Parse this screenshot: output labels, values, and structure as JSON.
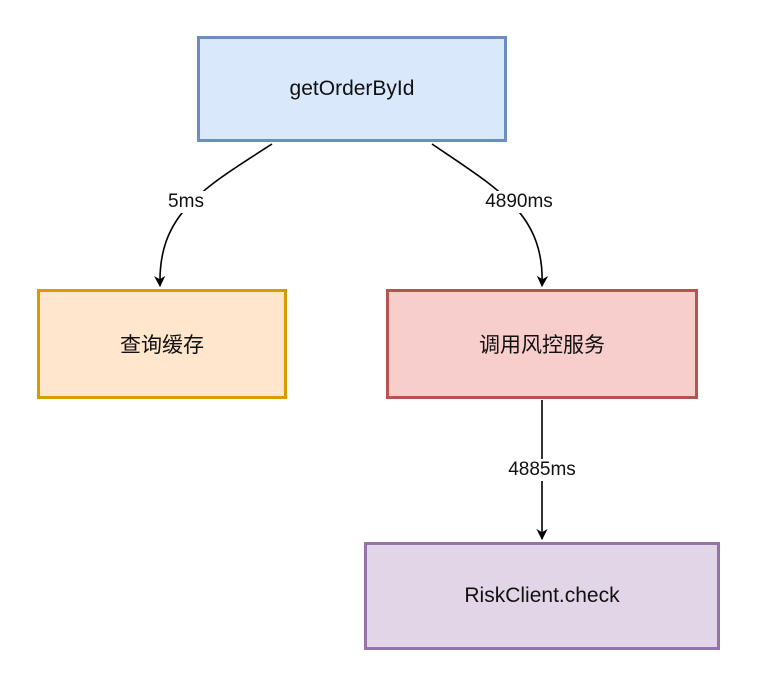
{
  "nodes": {
    "root": {
      "label": "getOrderById",
      "fill": "#dae8fc",
      "stroke": "#6c8ebf"
    },
    "cache": {
      "label": "查询缓存",
      "fill": "#ffe6cc",
      "stroke": "#d79b00"
    },
    "risk": {
      "label": "调用风控服务",
      "fill": "#f8cecc",
      "stroke": "#b85450"
    },
    "check": {
      "label": "RiskClient.check",
      "fill": "#e1d5e7",
      "stroke": "#9673a6"
    }
  },
  "edges": [
    {
      "from": "getOrderById",
      "to": "查询缓存",
      "label": "5ms"
    },
    {
      "from": "getOrderById",
      "to": "调用风控服务",
      "label": "4890ms"
    },
    {
      "from": "调用风控服务",
      "to": "RiskClient.check",
      "label": "4885ms"
    }
  ]
}
